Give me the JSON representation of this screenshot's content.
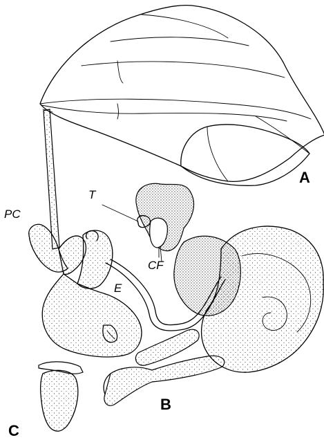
{
  "figure": {
    "panel_labels": {
      "a": "A",
      "b": "B",
      "c": "C"
    },
    "part_labels": {
      "pc": "PC",
      "t": "T",
      "cf": "CF",
      "e": "E"
    },
    "colors": {
      "ink": "#000000",
      "background": "#ffffff"
    }
  }
}
